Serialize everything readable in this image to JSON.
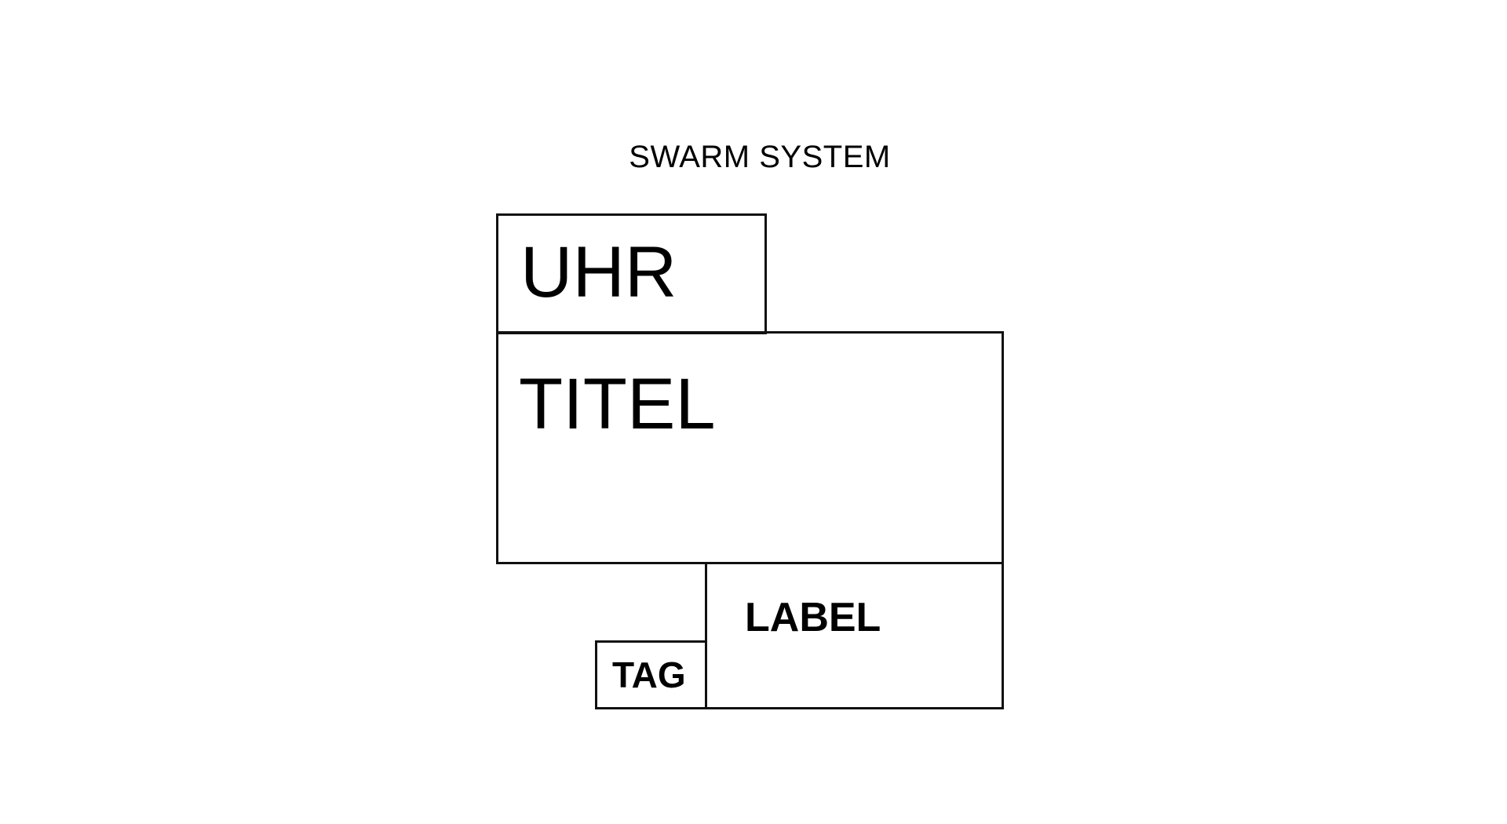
{
  "diagram": {
    "title": "SWARM SYSTEM",
    "boxes": {
      "uhr": "UHR",
      "titel": "TITEL",
      "label": "LABEL",
      "tag": "TAG"
    },
    "colors": {
      "stroke": "#111111",
      "text": "#000000",
      "background": "#ffffff"
    }
  }
}
